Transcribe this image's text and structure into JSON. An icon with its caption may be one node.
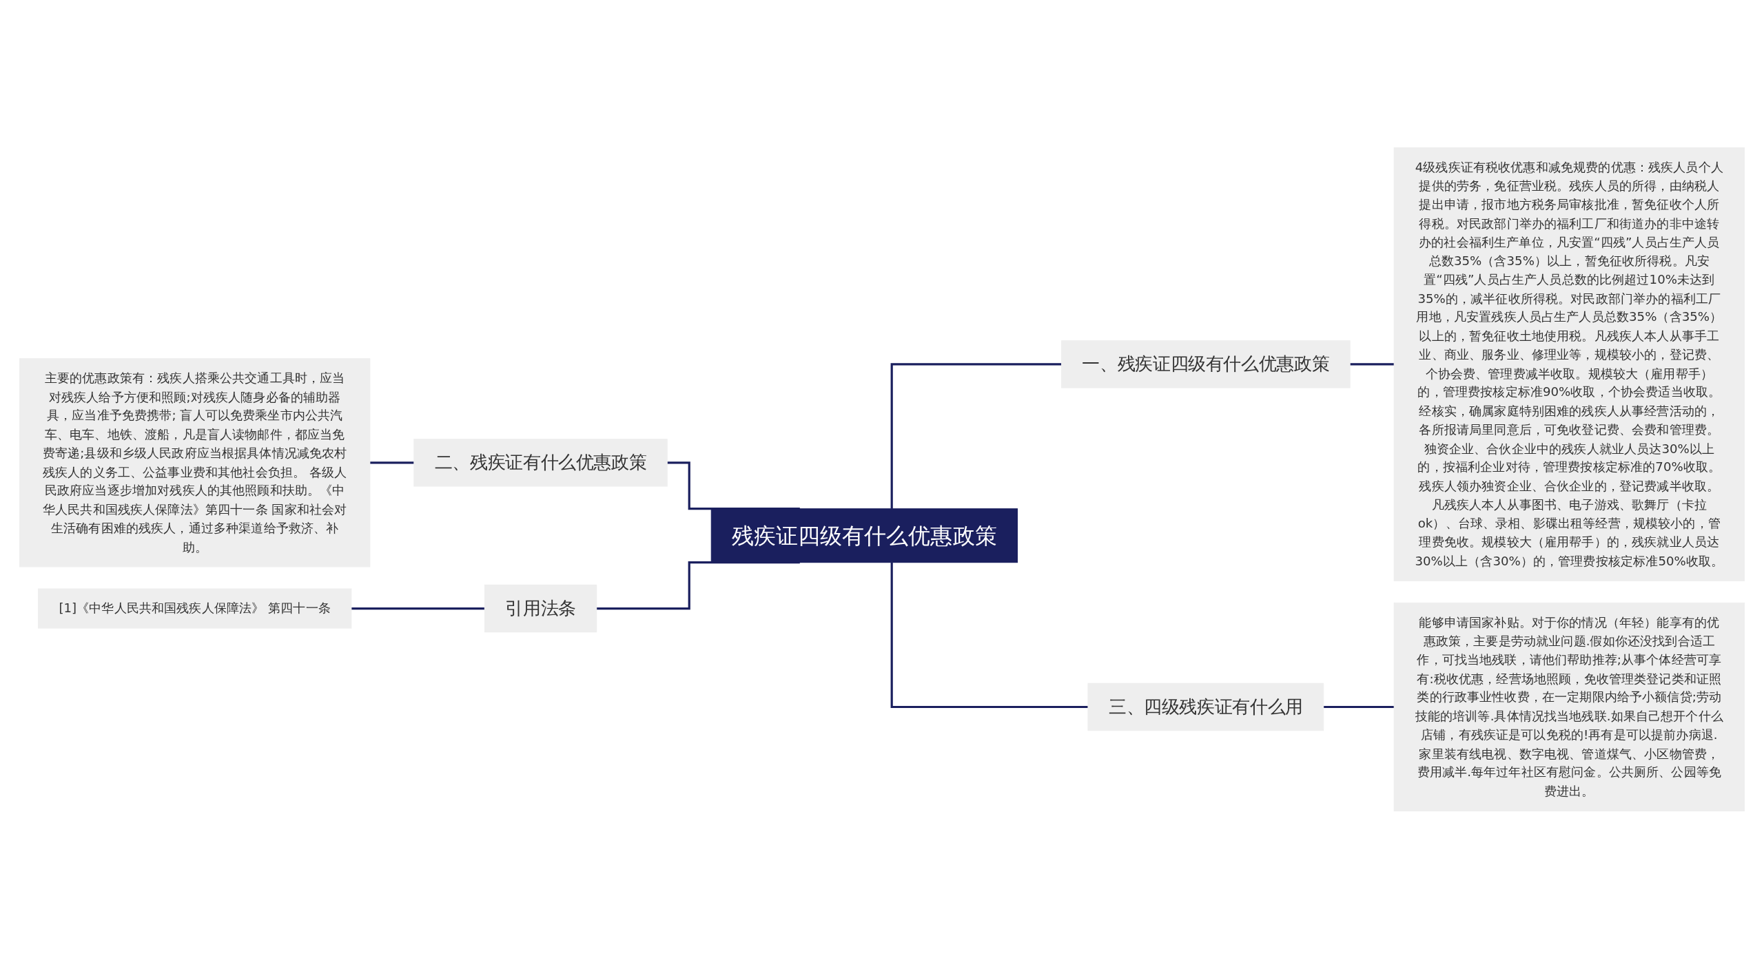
{
  "diagram": {
    "nodes": [
      {
        "text": [
          "残疾证四级有什么优惠政策"
        ]
      },
      {
        "text": [
          "一、残疾证四级有什么优惠政策"
        ]
      },
      {
        "text": [
          "4级残疾证有税收优惠和减免规费的优惠：残疾人员个人提供的劳务，免征营业税。残疾人员的所得，由纳税人提出申请，报市地方税务局审核批准，暂免征收个人所得税。对民政部门举办的福利工厂和街道办的非中途转办的社会福利生产单位，凡安置“四残”人员占生产人员总数35%（含35%）以上，暂免征收所得税。凡安置“四残”人员占生产人员总数的比例超过10%未达到35%的，减半征收所得税。对民政部门举办的福利工厂用地，凡安置残疾人员占生产人员总数35%（含35%）以上的，暂免征收土地使用税。凡残疾人本人从事手工业、商业、服务业、修理业等，规模较小的，登记费、个协会费、管理费减半收取。规模较大（雇用帮手）的，管理费按核定标准90%收取，个协会费适当收取。经核实，确属家庭特别困难的残疾人从事经营活动的，各所报请局里同意后，可免收登记费、会费和管理费。独资企业、合伙企业中的残疾人就业人员达30%以上的，按福利企业对待，管理费按核定标准的70%收取。残疾人领办独资企业、合伙企业的，登记费减半收取。凡残疾人本人从事图书、电子游戏、歌舞厅（卡拉ok）、台球、录相、影碟出租等经营，规模较小的，管理费免收。规模较大（雇用帮手）的，残疾就业人员达30%以上（含30%）的，管理费按核定标准50%收取。"
        ]
      },
      {
        "text": [
          "三、四级残疾证有什么用"
        ]
      },
      {
        "text": [
          "能够申请国家补贴。对于你的情况（年轻）能享有的优惠政策，主要是劳动就业问题.假如你还没找到合适工作，可找当地残联，请他们帮助推荐;从事个体经营可享有:税收优惠，经营场地照顾，免收管理类登记类和证照类的行政事业性收费，在一定期限内给予小额信贷;劳动技能的培训等.具体情况找当地残联.如果自己想开个什么店铺，有残疾证是可以免税的!再有是可以提前办病退.家里装有线电视、数字电视、管道煤气、小区物管费，费用减半.每年过年社区有慰问金。公共厕所、公园等免费进出。"
        ]
      },
      {
        "text": [
          "二、残疾证有什么优惠政策"
        ]
      },
      {
        "text": [
          "主要的优惠政策有：残疾人搭乘公共交通工具时，应当对残疾人给予方便和照顾;对残疾人随身必备的辅助器具，应当准予免费携带; 盲人可以免费乘坐市内公共汽车、电车、地铁、渡船，凡是盲人读物邮件，都应当免费寄递;县级和乡级人民政府应当根据具体情况减免农村残疾人的义务工、公益事业费和其他社会负担。 各级人民政府应当逐步增加对残疾人的其他照顾和扶助。《中华人民共和国残疾人保障法》第四十一条 国家和社会对生活确有困难的残疾人，通过多种渠道给予救济、补助。"
        ]
      },
      {
        "text": [
          "引用法条"
        ]
      },
      {
        "text": [
          "[1]《中华人民共和国残疾人保障法》 第四十一条"
        ]
      }
    ],
    "edges": [
      {
        "from": 0,
        "to": 1,
        "arrow": "none"
      },
      {
        "from": 1,
        "to": 2,
        "arrow": "none"
      },
      {
        "from": 0,
        "to": 3,
        "arrow": "none"
      },
      {
        "from": 3,
        "to": 4,
        "arrow": "none"
      },
      {
        "from": 6,
        "to": 5,
        "arrow": "none"
      },
      {
        "from": 5,
        "to": 0,
        "arrow": "none"
      },
      {
        "from": 8,
        "to": 7,
        "arrow": "none"
      },
      {
        "from": 7,
        "to": 0,
        "arrow": "none"
      }
    ]
  }
}
